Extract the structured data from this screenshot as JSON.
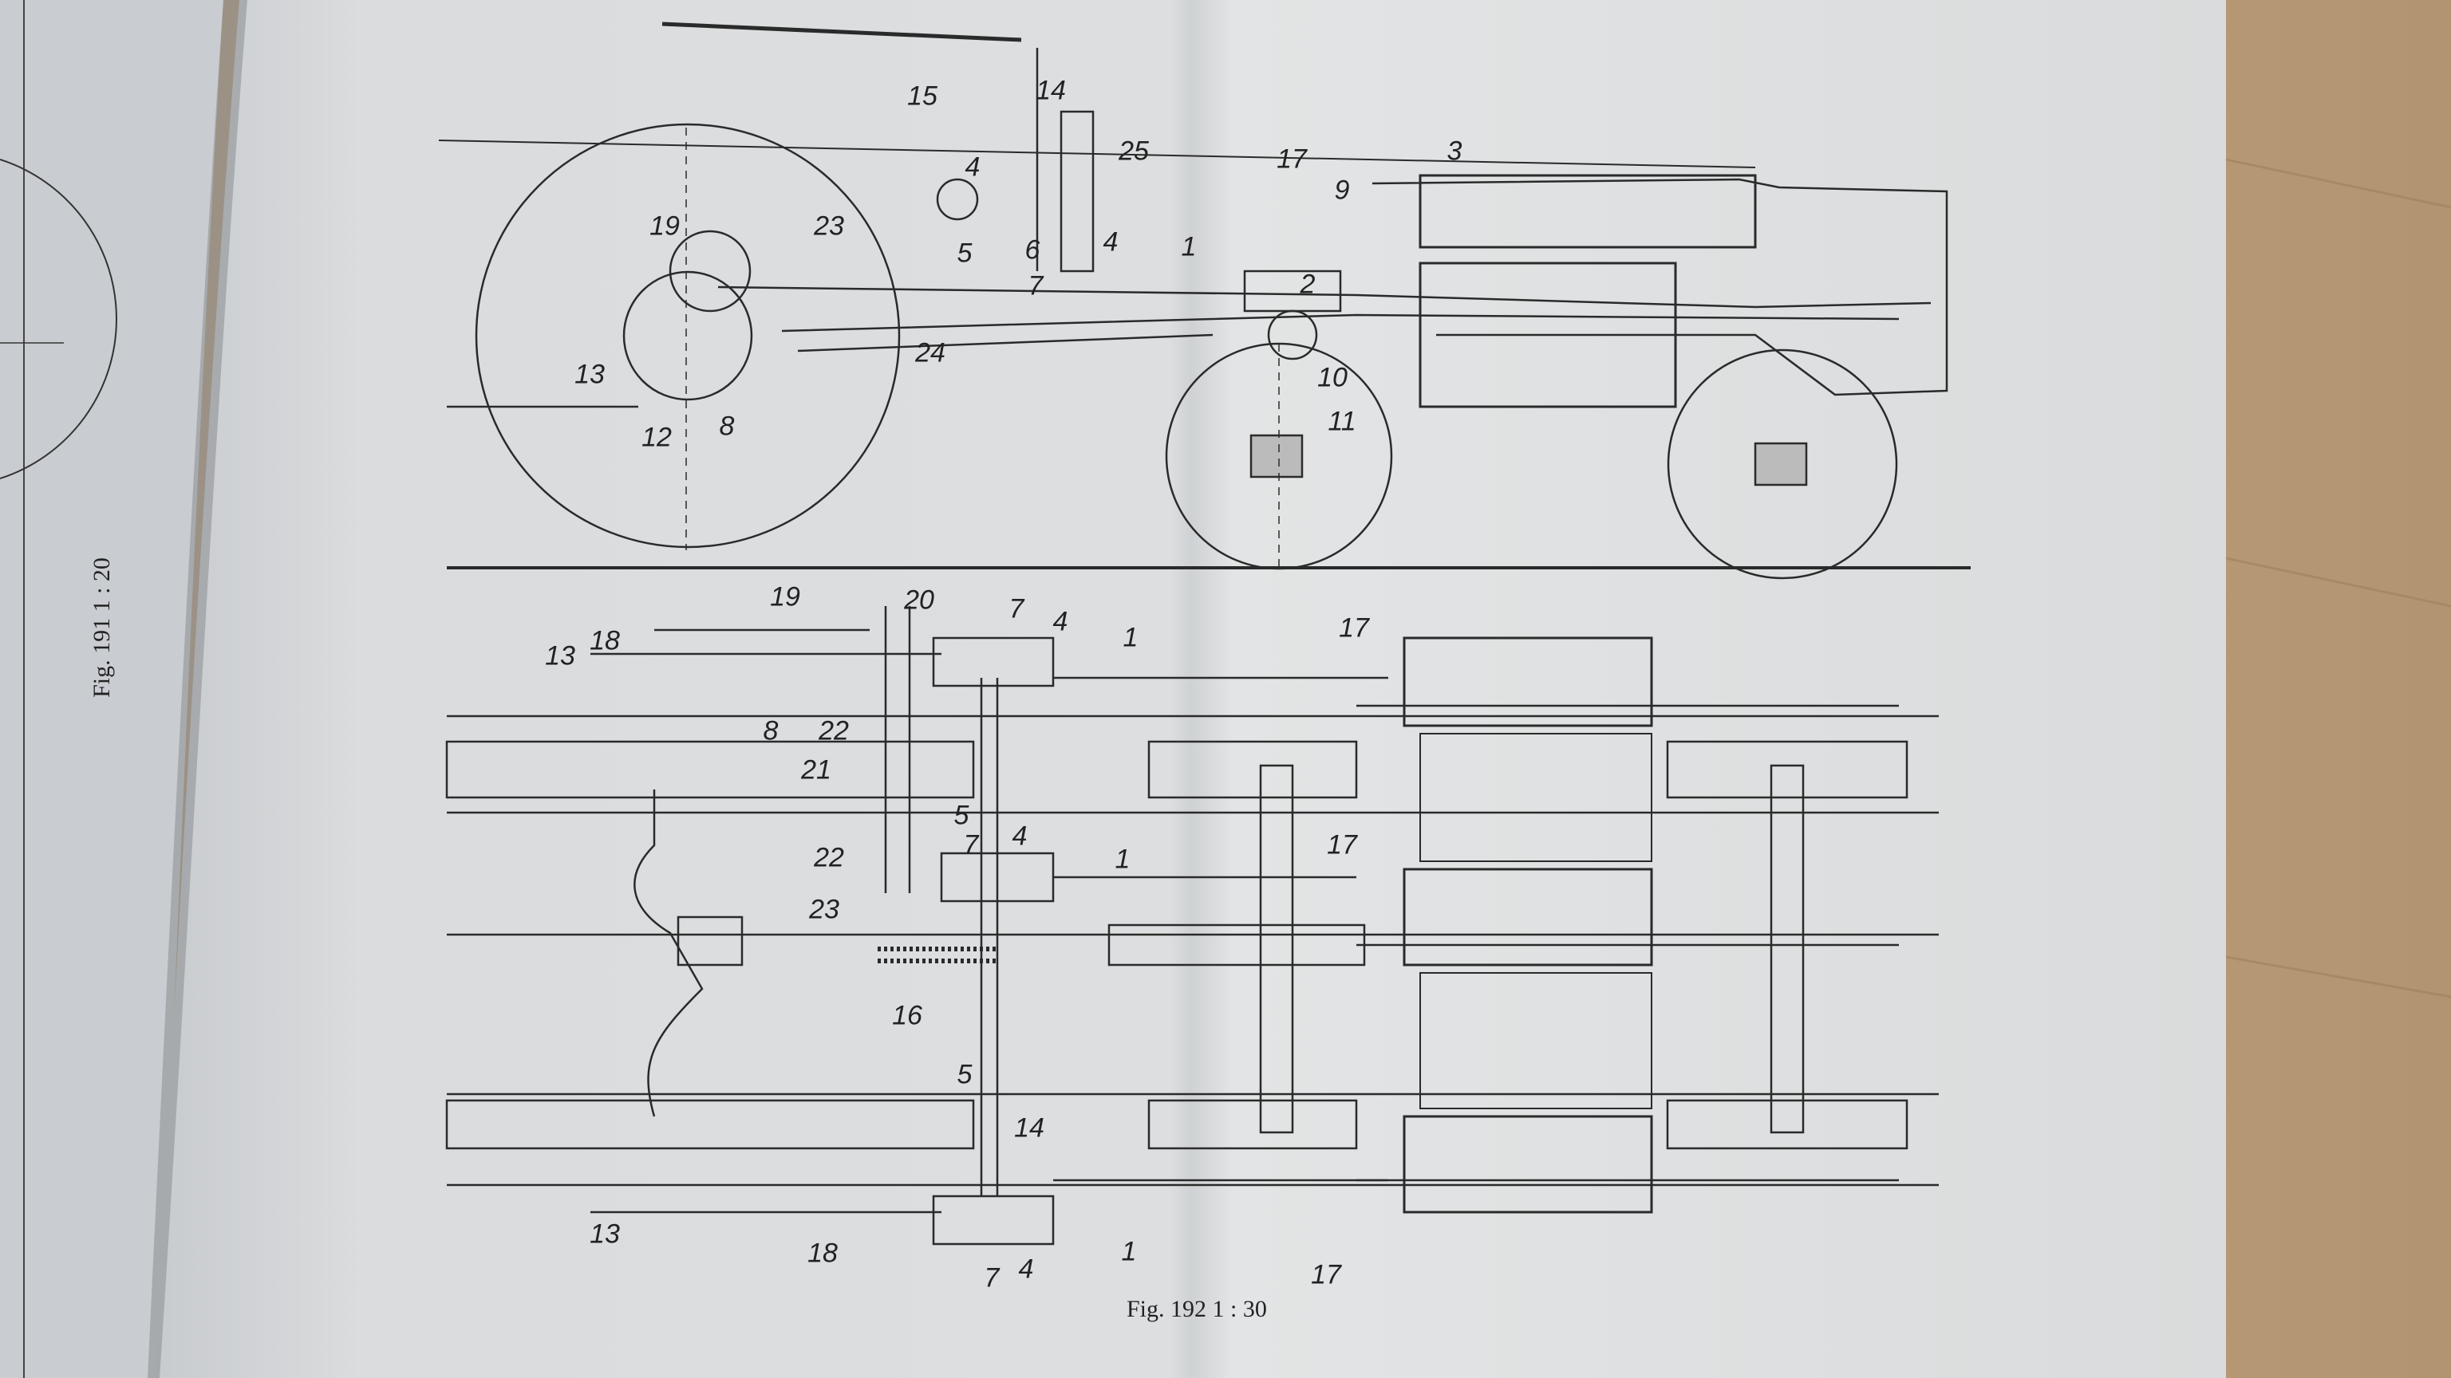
{
  "captions": {
    "fig191": "Fig. 191   1 : 20",
    "fig192": "Fig. 192    1 : 30"
  },
  "side_view_labels": [
    "15",
    "14",
    "25",
    "4",
    "17",
    "9",
    "3",
    "23",
    "19",
    "1",
    "4",
    "5",
    "6",
    "7",
    "2",
    "24",
    "13",
    "10",
    "11",
    "12",
    "8"
  ],
  "plan_view_labels": [
    "19",
    "20",
    "7",
    "4",
    "1",
    "17",
    "18",
    "13",
    "22",
    "8",
    "21",
    "5",
    "4",
    "7",
    "17",
    "1",
    "22",
    "23",
    "16",
    "5",
    "14",
    "13",
    "18",
    "1",
    "7",
    "4",
    "17"
  ],
  "colors": {
    "paper": "#dcdee0",
    "wood": "#b89a78",
    "ink": "#2a2a2a"
  }
}
